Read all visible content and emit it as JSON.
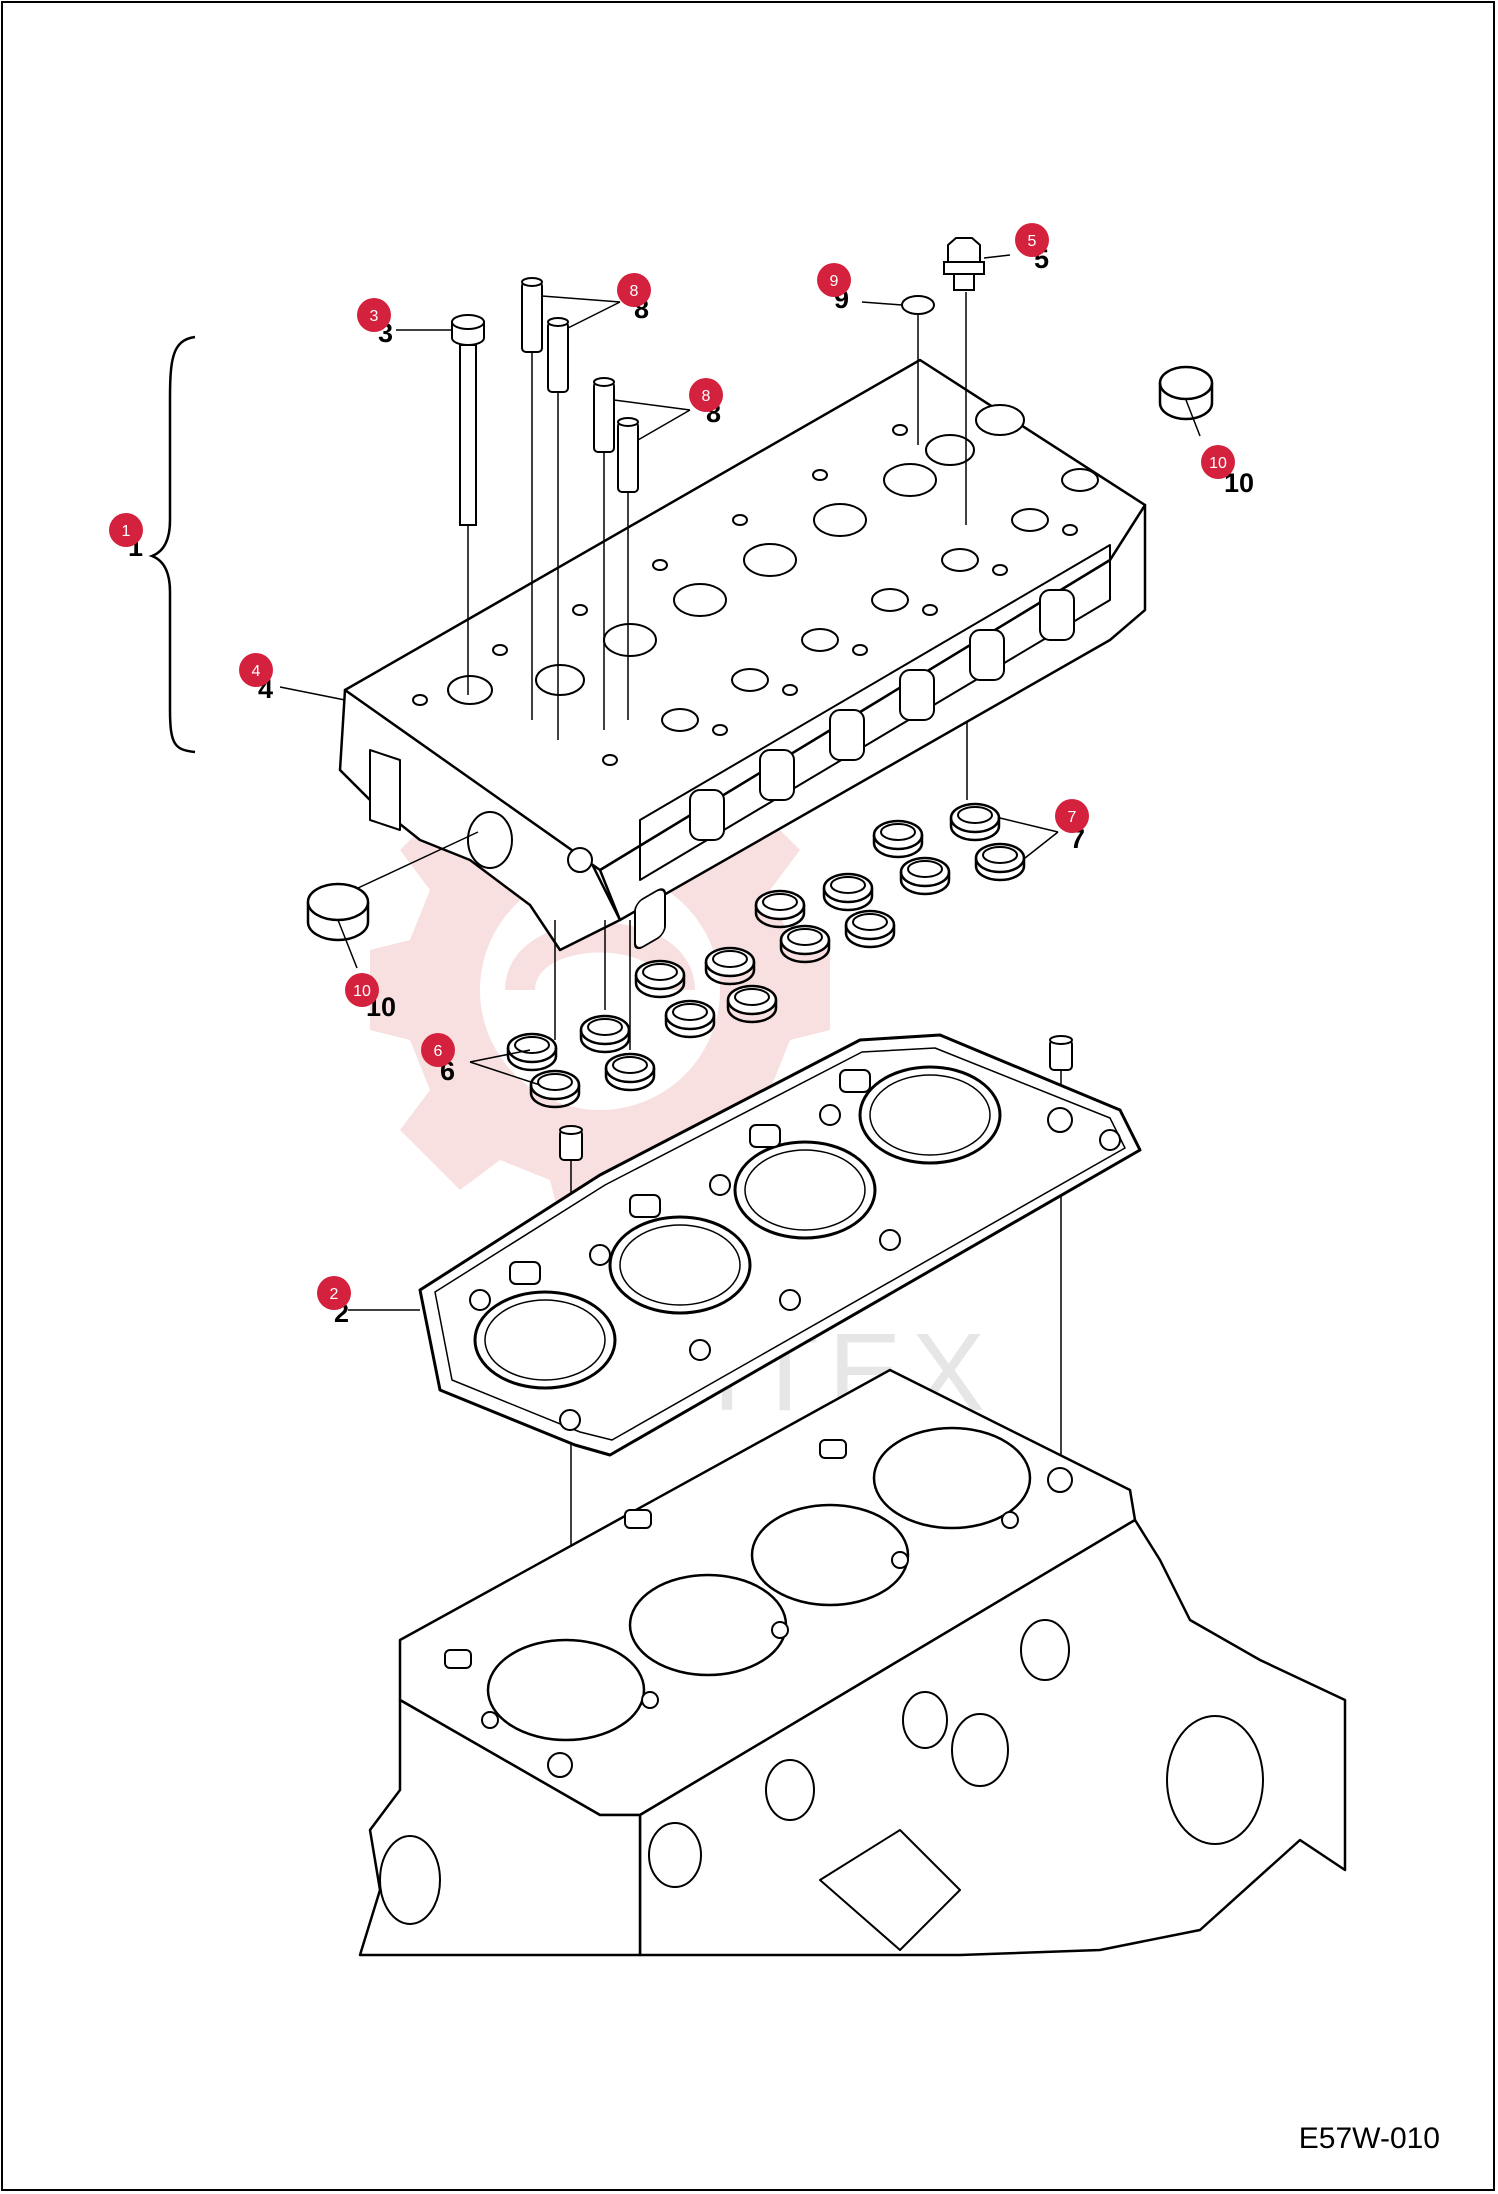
{
  "drawing_code": "E57W-010",
  "watermark": "MHTEX",
  "badge_color": "#d4213d",
  "callouts": [
    {
      "id": "1",
      "badge": "1",
      "label": "1"
    },
    {
      "id": "2",
      "badge": "2",
      "label": "2"
    },
    {
      "id": "3",
      "badge": "3",
      "label": "3"
    },
    {
      "id": "4",
      "badge": "4",
      "label": "4"
    },
    {
      "id": "5",
      "badge": "5",
      "label": "5"
    },
    {
      "id": "6",
      "badge": "6",
      "label": "6"
    },
    {
      "id": "7",
      "badge": "7",
      "label": "7"
    },
    {
      "id": "8a",
      "badge": "8",
      "label": "8"
    },
    {
      "id": "8b",
      "badge": "8",
      "label": "8"
    },
    {
      "id": "9",
      "badge": "9",
      "label": "9"
    },
    {
      "id": "10a",
      "badge": "10",
      "label": "10"
    },
    {
      "id": "10b",
      "badge": "10",
      "label": "10"
    }
  ]
}
